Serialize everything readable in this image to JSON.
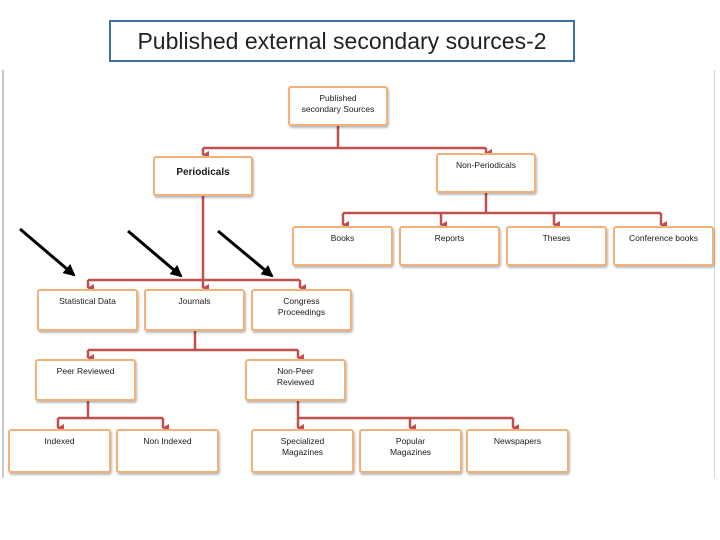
{
  "title": "Published external secondary sources-2",
  "colors": {
    "node_border": "#f2b277",
    "connector": "#c0504d",
    "pointer_arrow": "#000000",
    "title_border": "#3f6fa0"
  },
  "nodes": {
    "root": "Published\nsecondary Sources",
    "periodicals": "Periodicals",
    "non_periodicals": "Non-Periodicals",
    "books": "Books",
    "reports": "Reports",
    "theses": "Theses",
    "conference_books": "Conference books",
    "statistical_data": "Statistical Data",
    "journals": "Journals",
    "congress_proceedings": "Congress\nProceedings",
    "peer_reviewed": "Peer Reviewed",
    "non_peer_reviewed": "Non-Peer\nReviewed",
    "indexed": "Indexed",
    "non_indexed": "Non Indexed",
    "specialized_magazines": "Specialized\nMagazines",
    "popular_magazines": "Popular\nMagazines",
    "newspapers": "Newspapers"
  }
}
